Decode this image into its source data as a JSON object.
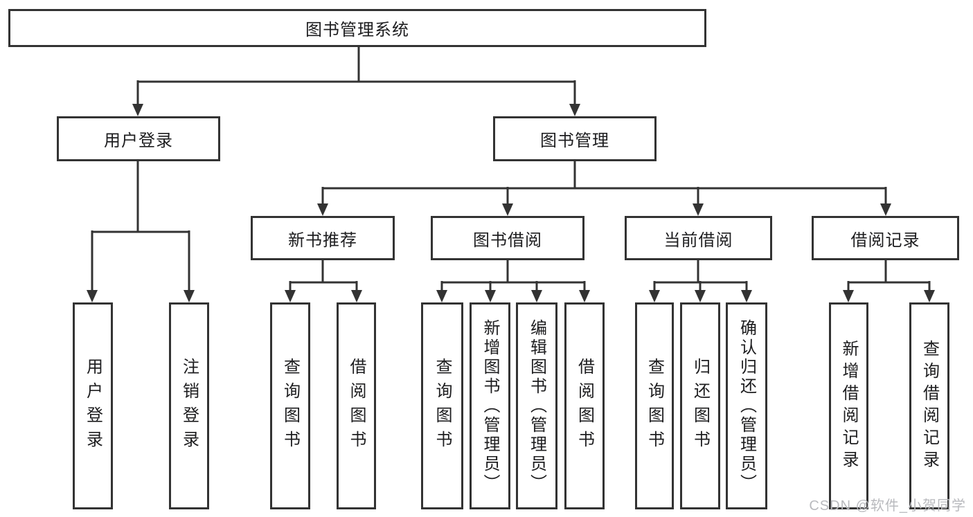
{
  "diagram": {
    "root": {
      "label": "图书管理系统"
    },
    "level2": {
      "user_login": {
        "label": "用户登录"
      },
      "book_management": {
        "label": "图书管理"
      }
    },
    "level3": {
      "new_book_recommend": {
        "label": "新书推荐"
      },
      "book_borrow": {
        "label": "图书借阅"
      },
      "current_borrow": {
        "label": "当前借阅"
      },
      "borrow_records": {
        "label": "借阅记录"
      }
    },
    "leaves": {
      "login": [
        "用户登录",
        "注销登录"
      ],
      "new_book": [
        "查询图书",
        "借阅图书"
      ],
      "book_borrow": [
        "查询图书",
        "新增图书（管理员）",
        "编辑图书（管理员）",
        "借阅图书"
      ],
      "current_borrow": [
        "查询图书",
        "归还图书",
        "确认归还（管理员）"
      ],
      "records": [
        "新增借阅记录",
        "查询借阅记录"
      ]
    }
  },
  "watermark": {
    "text": "CSDN @软件_小贺同学",
    "color": "#b9babe"
  },
  "colors": {
    "line": "#333333",
    "text": "#1d1d1f",
    "background": "#ffffff"
  }
}
